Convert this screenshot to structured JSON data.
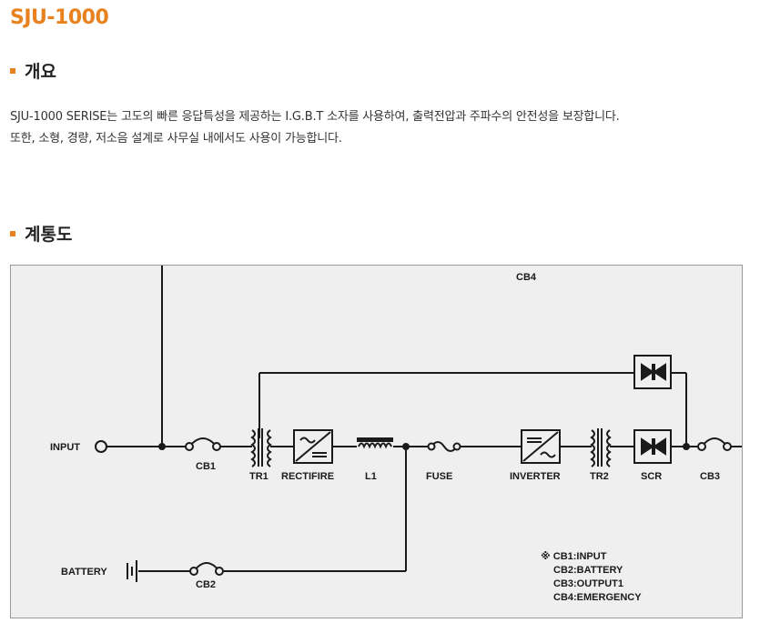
{
  "product": {
    "title": "SJU-1000"
  },
  "overview": {
    "heading": "개요",
    "lines": [
      "SJU-1000 SERISE는 고도의 빠른 응답특성을 제공하는 I.G.B.T 소자를 사용하여, 출력전압과 주파수의 안전성을 보장합니다.",
      "또한, 소형, 경량, 저소음 설계로 사무실 내에서도 사용이 가능합니다."
    ]
  },
  "diagram_section": {
    "heading": "계통도",
    "labels": {
      "cb4": "CB4",
      "input": "INPUT",
      "battery": "BATTERY",
      "cb1": "CB1",
      "cb2": "CB2",
      "cb3": "CB3",
      "tr1": "TR1",
      "tr2": "TR2",
      "rectifire": "RECTIFIRE",
      "l1": "L1",
      "fuse": "FUSE",
      "inverter": "INVERTER",
      "scr": "SCR"
    },
    "legend": [
      "※ CB1:INPUT",
      "CB2:BATTERY",
      "CB3:OUTPUT1",
      "CB4:EMERGENCY"
    ]
  },
  "colors": {
    "accent": "#e8821e",
    "line": "#1a1a1a"
  }
}
